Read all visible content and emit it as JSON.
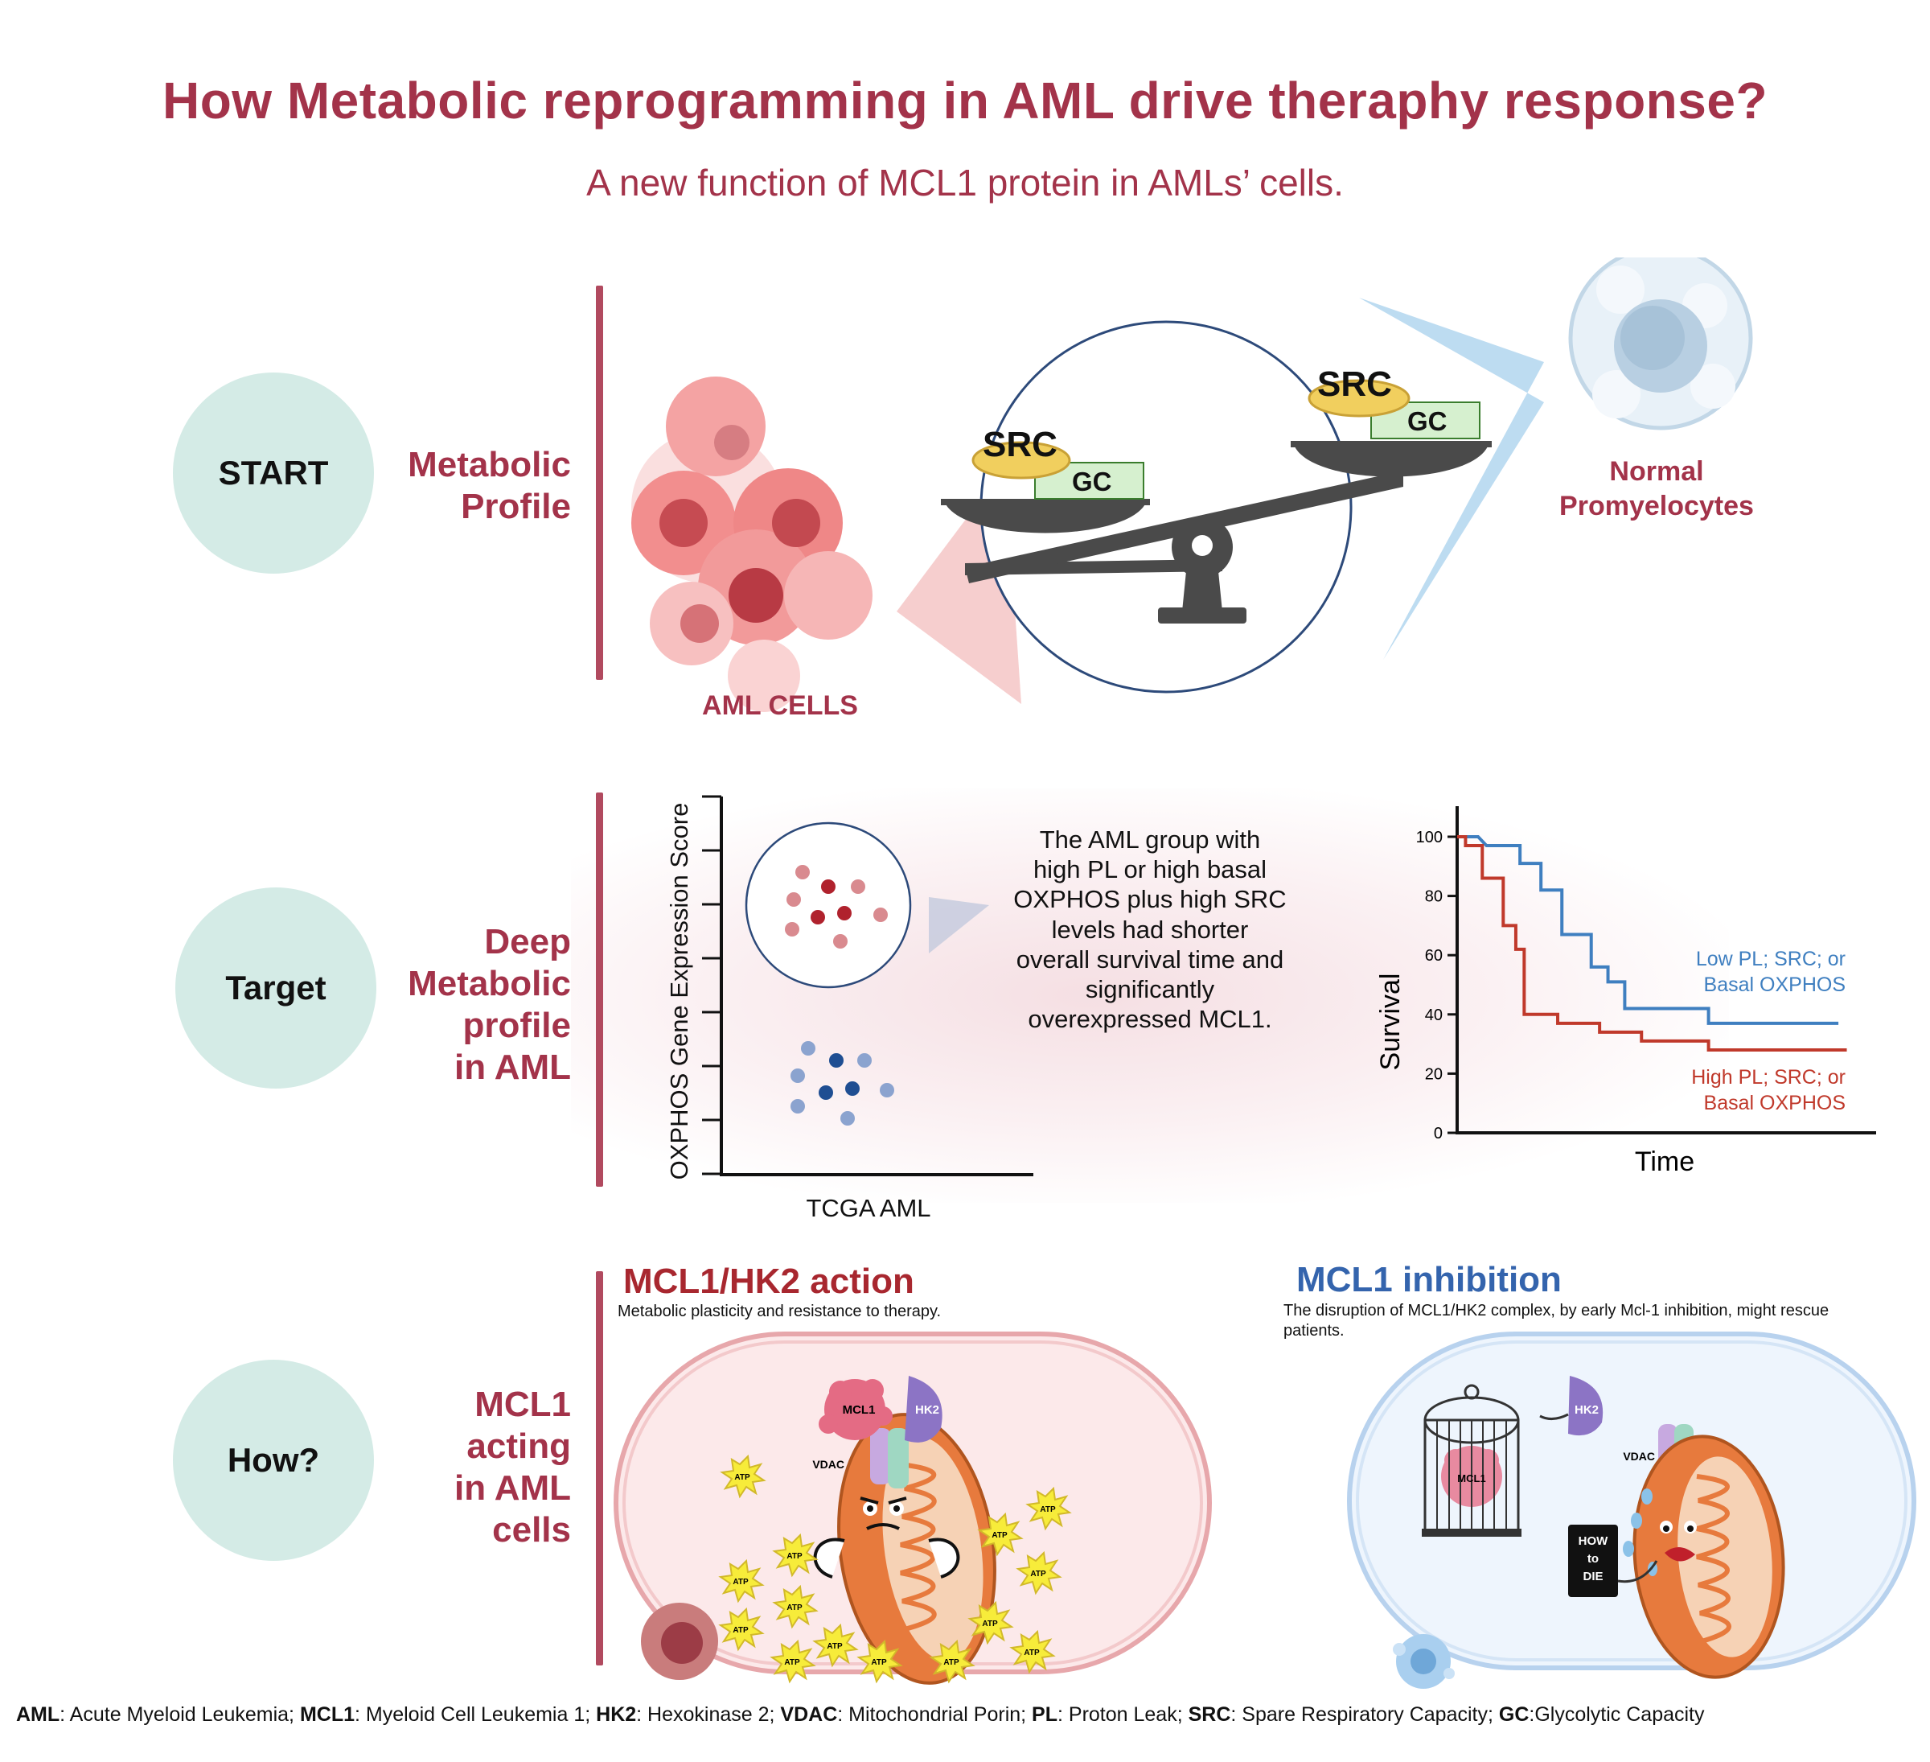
{
  "header": {
    "title": "How Metabolic reprogramming in AML drive  theraphy response?",
    "subtitle": "A new function of MCL1 protein in AMLs’ cells."
  },
  "rows": {
    "start": {
      "step": "START",
      "label_lines": [
        "Metabolic",
        "Profile"
      ]
    },
    "target": {
      "step": "Target",
      "label_lines": [
        "Deep",
        "Metabolic",
        "profile",
        "in AML"
      ]
    },
    "how": {
      "step": "How?",
      "label_lines": [
        "MCL1",
        "acting",
        "in AML",
        "cells"
      ]
    }
  },
  "metabolic_profile": {
    "aml_cells_label": "AML CELLS",
    "normal_label_lines": [
      "Normal",
      "Promyelocytes"
    ],
    "src_label": "SRC",
    "gc_label": "GC"
  },
  "deep_profile": {
    "scatter_ylabel": "OXPHOS Gene Expression Score",
    "scatter_xlabel": "TCGA AML",
    "callout_lines": [
      "The AML group with",
      "high PL or high basal",
      "OXPHOS plus high SRC",
      "levels had shorter",
      "overall survival time and",
      "significantly",
      "overexpressed MCL1."
    ],
    "colors": {
      "high": "#c0392b",
      "low": "#2e6db0"
    }
  },
  "chart_data": {
    "type": "line",
    "xlabel": "Time",
    "ylabel": "Survival",
    "ylim": [
      0,
      100
    ],
    "yticks": [
      "0",
      "20",
      "40",
      "60",
      "80",
      "100"
    ],
    "series": [
      {
        "name_lines": [
          "Low PL; SRC; or",
          "Basal OXPHOS"
        ],
        "color": "#3f7fc0",
        "x": [
          0,
          0.05,
          0.07,
          0.15,
          0.15,
          0.2,
          0.2,
          0.25,
          0.25,
          0.32,
          0.32,
          0.36,
          0.36,
          0.4,
          0.4,
          0.6,
          0.6,
          0.91
        ],
        "y": [
          100,
          100,
          97,
          97,
          91,
          91,
          82,
          82,
          67,
          67,
          56,
          56,
          51,
          51,
          42,
          42,
          37,
          37
        ]
      },
      {
        "name_lines": [
          "High PL; SRC; or",
          "Basal OXPHOS"
        ],
        "color": "#c0392b",
        "x": [
          0,
          0.02,
          0.02,
          0.06,
          0.06,
          0.11,
          0.11,
          0.14,
          0.14,
          0.16,
          0.16,
          0.24,
          0.24,
          0.34,
          0.34,
          0.44,
          0.44,
          0.6,
          0.6,
          0.93
        ],
        "y": [
          100,
          100,
          97,
          97,
          86,
          86,
          70,
          70,
          62,
          62,
          40,
          40,
          37,
          37,
          34,
          34,
          31,
          31,
          28,
          28
        ]
      }
    ]
  },
  "how": {
    "action_title": "MCL1/HK2 action",
    "action_sub": "Metabolic plasticity and resistance to therapy.",
    "inhibition_title": "MCL1 inhibition",
    "inhibition_sub_lines": [
      "The disruption of MCL1/HK2 complex, by early Mcl-1 inhibition, might rescue",
      "patients."
    ],
    "mcl1": "MCL1",
    "hk2": "HK2",
    "vdac": "VDAC",
    "atp": "ATP",
    "book_lines": [
      "HOW",
      "to",
      "DIE"
    ],
    "action_color": "#a8272f",
    "inhibition_color": "#3464ad"
  },
  "footer": {
    "items": [
      {
        "abbr": "AML",
        "text": ": Acute Myeloid Leukemia; "
      },
      {
        "abbr": "MCL1",
        "text": ": Myeloid Cell Leukemia 1; "
      },
      {
        "abbr": "HK2",
        "text": ": Hexokinase 2; "
      },
      {
        "abbr": "VDAC",
        "text": ": Mitochondrial Porin; "
      },
      {
        "abbr": "PL",
        "text": ": Proton Leak; "
      },
      {
        "abbr": "SRC",
        "text": ": Spare Respiratory Capacity; "
      },
      {
        "abbr": "GC",
        "text": ":Glycolytic Capacity"
      }
    ]
  }
}
